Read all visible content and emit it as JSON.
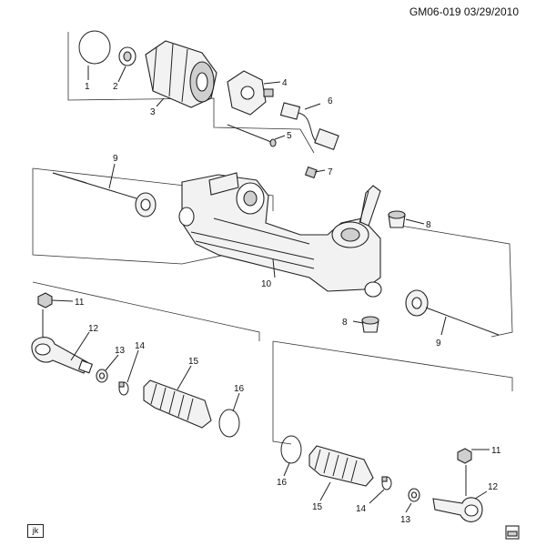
{
  "figure_id": "GM06-019  03/29/2010",
  "corner_tag": "jk",
  "labels": [
    {
      "id": "c1",
      "text": "1"
    },
    {
      "id": "c2",
      "text": "2"
    },
    {
      "id": "c3",
      "text": "3"
    },
    {
      "id": "c4",
      "text": "4"
    },
    {
      "id": "c5",
      "text": "5"
    },
    {
      "id": "c6",
      "text": "6"
    },
    {
      "id": "c7",
      "text": "7"
    },
    {
      "id": "c8a",
      "text": "8"
    },
    {
      "id": "c8b",
      "text": "8"
    },
    {
      "id": "c9a",
      "text": "9"
    },
    {
      "id": "c9b",
      "text": "9"
    },
    {
      "id": "c10",
      "text": "10"
    },
    {
      "id": "c11a",
      "text": "11"
    },
    {
      "id": "c11b",
      "text": "11"
    },
    {
      "id": "c12a",
      "text": "12"
    },
    {
      "id": "c12b",
      "text": "12"
    },
    {
      "id": "c13a",
      "text": "13"
    },
    {
      "id": "c13b",
      "text": "13"
    },
    {
      "id": "c14a",
      "text": "14"
    },
    {
      "id": "c14b",
      "text": "14"
    },
    {
      "id": "c15a",
      "text": "15"
    },
    {
      "id": "c15b",
      "text": "15"
    },
    {
      "id": "c16a",
      "text": "16"
    },
    {
      "id": "c16b",
      "text": "16"
    }
  ]
}
